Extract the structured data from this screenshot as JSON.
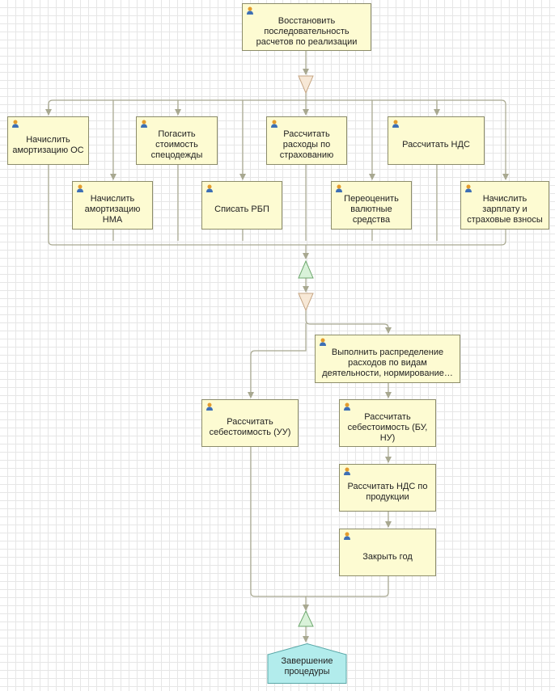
{
  "tasks": {
    "restore": "Восстановить последовательность расчетов по реализации",
    "amort_os": "Начислить амортизацию ОС",
    "amort_nma": "Начислить амортизацию НМА",
    "spec": "Погасить стоимость спецодежды",
    "rbp": "Списать РБП",
    "insurance": "Рассчитать расходы по страхованию",
    "currency": "Переоценить валютные средства",
    "vat": "Рассчитать НДС",
    "salary": "Начислить зарплату и страховые взносы",
    "distribute": "Выполнить распределение расходов по видам деятельности,  нормирование…",
    "cost_uu": "Рассчитать себестоимость (УУ)",
    "cost_bu": "Рассчитать себестоимость (БУ, НУ)",
    "vat_prod": "Рассчитать НДС по продукции",
    "close_year": "Закрыть год"
  },
  "end": {
    "label": "Завершение процедуры"
  },
  "icons": {
    "task": "user-icon",
    "split": "split-triangle-icon",
    "join": "join-triangle-icon"
  },
  "colors": {
    "task_fill": "#fdfbd2",
    "task_border": "#8c8c6a",
    "line": "#a8a890",
    "split_fill": "#f7e8d6",
    "join_fill": "#d9f2d9",
    "end_fill": "#b2ecec"
  }
}
